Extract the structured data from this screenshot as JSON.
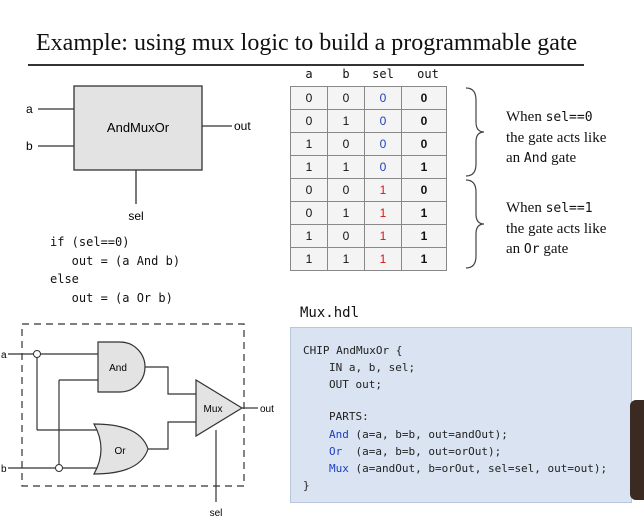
{
  "title": "Example: using mux logic to build a programmable gate",
  "gate_diagram": {
    "gate_label": "AndMuxOr",
    "input_a": "a",
    "input_b": "b",
    "output": "out",
    "sel": "sel"
  },
  "truth_table": {
    "headers": [
      "a",
      "b",
      "sel",
      "out"
    ],
    "rows": [
      [
        "0",
        "0",
        "0",
        "0"
      ],
      [
        "0",
        "1",
        "0",
        "0"
      ],
      [
        "1",
        "0",
        "0",
        "0"
      ],
      [
        "1",
        "1",
        "0",
        "1"
      ],
      [
        "0",
        "0",
        "1",
        "0"
      ],
      [
        "0",
        "1",
        "1",
        "1"
      ],
      [
        "1",
        "0",
        "1",
        "1"
      ],
      [
        "1",
        "1",
        "1",
        "1"
      ]
    ]
  },
  "notes": {
    "and_note": {
      "line1_pre": "When ",
      "line1_code": "sel==0",
      "line2": "the gate acts like",
      "line3_pre": "an ",
      "line3_code": "And",
      "line3_post": " gate"
    },
    "or_note": {
      "line1_pre": "When ",
      "line1_code": "sel==1",
      "line2": "the gate acts like",
      "line3_pre": "an ",
      "line3_code": "Or",
      "line3_post": " gate"
    }
  },
  "pseudocode": {
    "l1": "if (sel==0)",
    "l2": "   out = (a And b)",
    "l3": "else",
    "l4": "   out = (a Or b)"
  },
  "circuit": {
    "and_label": "And",
    "or_label": "Or",
    "mux_label": "Mux",
    "a": "a",
    "b": "b",
    "out": "out",
    "sel": "sel"
  },
  "hdl": {
    "filename": "Mux.hdl",
    "l1": "CHIP AndMuxOr {",
    "l2": "IN a, b, sel;",
    "l3": "OUT out;",
    "l4": "PARTS:",
    "l5_kw": "And",
    "l5_rest": " (a=a, b=b, out=andOut);",
    "l6_kw": "Or",
    "l6_rest": "  (a=a, b=b, out=orOut);",
    "l7_kw": "Mux",
    "l7_rest": " (a=andOut, b=orOut, sel=sel, out=out);",
    "l8": "}"
  },
  "colors": {
    "sel0": "#1f3fbf",
    "sel1": "#dd1111",
    "hdl_bg": "#d9e3f1"
  }
}
